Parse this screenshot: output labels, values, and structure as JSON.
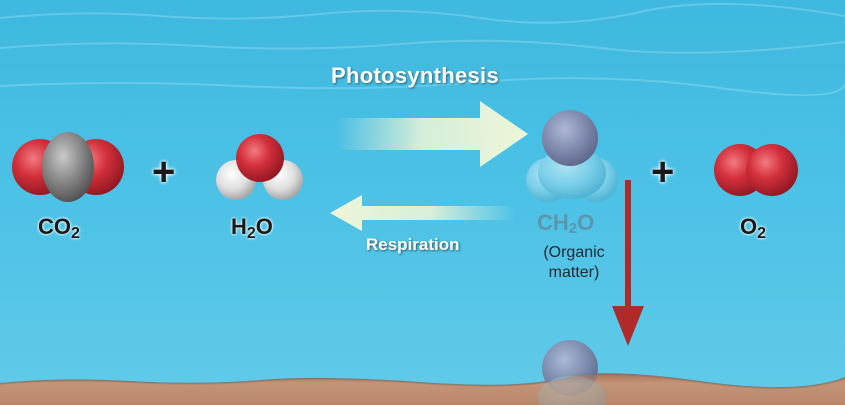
{
  "reactants": [
    {
      "name": "co2",
      "formula": "CO",
      "subscript": "2"
    },
    {
      "name": "h2o",
      "formula": "H",
      "subscript": "2",
      "suffix": "O"
    }
  ],
  "products": [
    {
      "name": "ch2o",
      "formula": "CH",
      "subscript": "2",
      "suffix": "O",
      "note_line1": "(Organic",
      "note_line2": "matter)"
    },
    {
      "name": "o2",
      "formula": "O",
      "subscript": "2"
    }
  ],
  "plus_sign": "+",
  "forward_process": "Photosynthesis",
  "reverse_process": "Respiration",
  "colors": {
    "water_top": "#4ec3e6",
    "water_bottom": "#5ec7e8",
    "sediment": "#b9876a",
    "oxygen_atom": "#d8333f",
    "carbon_atom": "#8c8c8c",
    "hydrogen_atom": "#e4e4e4",
    "sink_arrow": "#b02a2a",
    "process_arrow": "#eef6d8"
  }
}
